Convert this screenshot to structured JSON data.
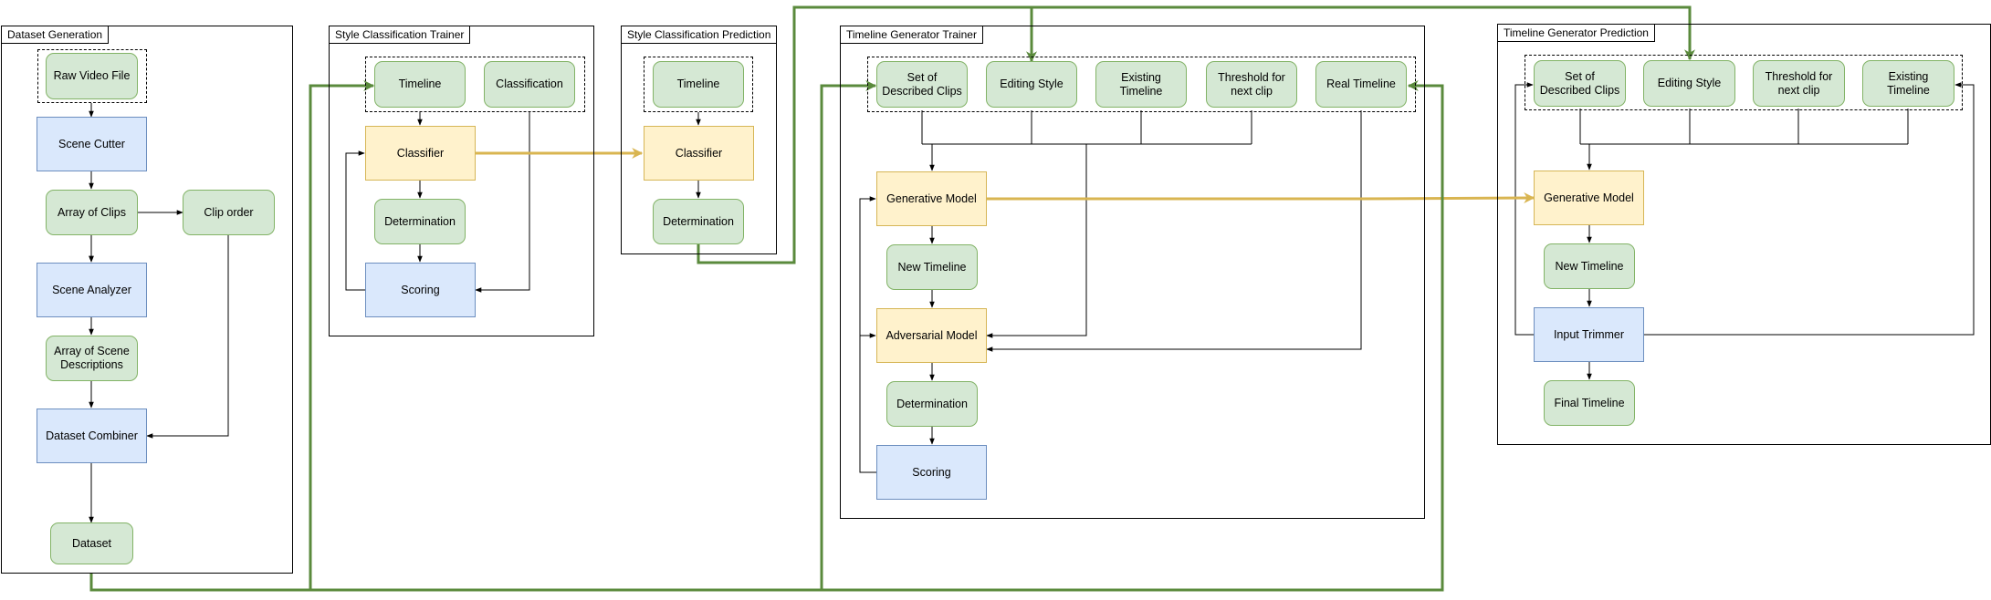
{
  "panels": {
    "dataset_generation": "Dataset Generation",
    "style_trainer": "Style Classification Trainer",
    "style_prediction": "Style Classification Prediction",
    "timeline_trainer": "Timeline Generator Trainer",
    "timeline_prediction": "Timeline Generator Prediction"
  },
  "nodes": {
    "dg_raw_video": "Raw Video File",
    "dg_scene_cutter": "Scene Cutter",
    "dg_array_clips": "Array of Clips",
    "dg_clip_order": "Clip order",
    "dg_scene_analyzer": "Scene Analyzer",
    "dg_array_desc": "Array of Scene Descriptions",
    "dg_combiner": "Dataset Combiner",
    "dg_dataset": "Dataset",
    "sct_timeline": "Timeline",
    "sct_classification": "Classification",
    "sct_classifier": "Classifier",
    "sct_determination": "Determination",
    "sct_scoring": "Scoring",
    "scp_timeline": "Timeline",
    "scp_classifier": "Classifier",
    "scp_determination": "Determination",
    "tgt_described": "Set of Described Clips",
    "tgt_editing": "Editing Style",
    "tgt_existing": "Existing Timeline",
    "tgt_threshold": "Threshold for next clip",
    "tgt_real": "Real Timeline",
    "tgt_generative": "Generative Model",
    "tgt_new_timeline": "New Timeline",
    "tgt_adversarial": "Adversarial Model",
    "tgt_determination": "Determination",
    "tgt_scoring": "Scoring",
    "tgp_described": "Set of Described Clips",
    "tgp_editing": "Editing Style",
    "tgp_threshold": "Threshold for next clip",
    "tgp_existing": "Existing Timeline",
    "tgp_generative": "Generative Model",
    "tgp_new_timeline": "New Timeline",
    "tgp_trimmer": "Input Trimmer",
    "tgp_final": "Final Timeline"
  },
  "colors": {
    "green_fill": "#d5e8d4",
    "green_stroke": "#82b366",
    "blue_fill": "#dae8fc",
    "blue_stroke": "#6c8ebf",
    "yellow_fill": "#fff2cc",
    "yellow_stroke": "#d6b656",
    "green_link": "#5a8a3c",
    "gold_link": "#d9b551"
  }
}
